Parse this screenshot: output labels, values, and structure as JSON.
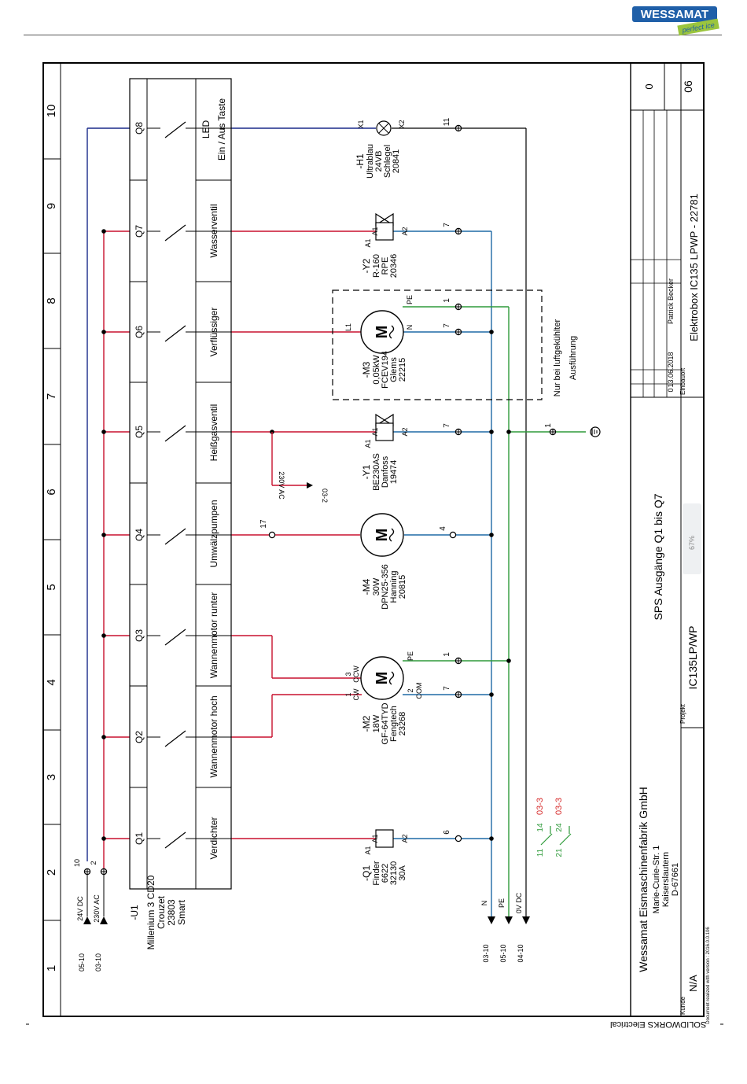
{
  "brand": {
    "logo_text": "WESSAMAT",
    "logo_tagline": "perfect ice"
  },
  "footer": {
    "software": "SOLIDWORKS Electrical"
  },
  "grid": {
    "columns": [
      "1",
      "2",
      "3",
      "4",
      "5",
      "6",
      "7",
      "8",
      "9",
      "10"
    ]
  },
  "plc": {
    "tag": "-U1",
    "desc": [
      "Millenium 3 CD20",
      "Crouzet",
      "23803",
      "Smart"
    ],
    "outputs": [
      {
        "q": "Q1",
        "label": "Verdichter"
      },
      {
        "q": "Q2",
        "label": "Wannenmotor hoch"
      },
      {
        "q": "Q3",
        "label": "Wannenmotor runter"
      },
      {
        "q": "Q4",
        "label": "Umwälzpumpen"
      },
      {
        "q": "Q5",
        "label": "Heißgasventil"
      },
      {
        "q": "Q6",
        "label": "Verflüssiger"
      },
      {
        "q": "Q7",
        "label": "Wasserventil"
      },
      {
        "q": "Q8",
        "label": "LED\nEin / Aus Taste"
      }
    ]
  },
  "supply_left": [
    {
      "ref": "05-10",
      "label": "24V DC",
      "terminal": "10"
    },
    {
      "ref": "03-10",
      "label": "230V AC",
      "terminal": "2"
    }
  ],
  "buses": [
    {
      "ref": "03-10",
      "label": "N"
    },
    {
      "ref": "05-10",
      "label": "PE"
    },
    {
      "ref": "04-10",
      "label": "0V DC"
    }
  ],
  "devices": {
    "q1": {
      "tag": "-Q1",
      "lines": [
        "Finder",
        "6622",
        "32130",
        "30A"
      ],
      "t1": "A1",
      "t2": "A2",
      "term": "6"
    },
    "m2": {
      "tag": "-M2",
      "lines": [
        "18W",
        "GF-64TYD",
        "Fengtech",
        "23268"
      ],
      "p1": "1",
      "p1b": "CW",
      "p3": "3",
      "p3b": "CCW",
      "p2": "2",
      "p2b": "COM",
      "pe": "PE",
      "term1": "1",
      "term7": "7"
    },
    "m4": {
      "tag": "-M4",
      "lines": [
        "30W",
        "DPN25-356",
        "Hanning",
        "20815"
      ],
      "in": "17",
      "out": "4"
    },
    "y1": {
      "tag": "-Y1",
      "lines": [
        "BE230AS",
        "Danfoss",
        "19474"
      ],
      "t1": "A1",
      "t2": "A2",
      "term": "7",
      "xref": "03-2",
      "xref_label": "230V AC"
    },
    "m3": {
      "tag": "-M3",
      "lines": [
        "0,05kW",
        "FCEV194",
        "Glems",
        "22215"
      ],
      "l1": "L1",
      "n": "N",
      "pe": "PE",
      "term1": "1",
      "term7": "7",
      "note": [
        "Nur bei luftgekühlter",
        "Ausführung"
      ]
    },
    "y2": {
      "tag": "-Y2",
      "lines": [
        "R-160",
        "RPE",
        "20346"
      ],
      "t1": "A1",
      "t2": "A2",
      "term": "7"
    },
    "h1": {
      "tag": "-H1",
      "lines": [
        "Ultrablau",
        "24VB",
        "Schlegel",
        "20841"
      ],
      "x1": "X1",
      "x2": "X2",
      "term": "11"
    },
    "earth": {
      "term": "1"
    }
  },
  "contacts": [
    {
      "a": "11",
      "b": "14",
      "ref": "03-3"
    },
    {
      "a": "21",
      "b": "24",
      "ref": "03-3"
    }
  ],
  "titleblock": {
    "company": "Wessamat Eismaschinenfabrik GmbH",
    "address": [
      "Marie-Curie-Str. 1",
      "Kaiserslautern",
      "D-67661"
    ],
    "kunde_label": "Kunde",
    "kunde": "N/A",
    "doc_note": "Document realized with version : 2016.0.0.106",
    "sheet_title": "SPS Ausgänge Q1 bis Q7",
    "projekt_label": "Projekt",
    "projekt": "IC135LP/WP",
    "zoom": "67%",
    "rev_index": "0",
    "rev_date": "13.06.2018",
    "rev_author": "Patrick Becker",
    "einbauort_label": "Einbauort",
    "einbauort": "Elektrobox IC135 LPWP - 22781",
    "folio_top": "0",
    "folio": "06"
  },
  "colors": {
    "red": "#c8102e",
    "blue": "#1f6aa5",
    "green": "#2e9a3a",
    "navy": "#1a2a8a",
    "crossref": "#d62828"
  }
}
